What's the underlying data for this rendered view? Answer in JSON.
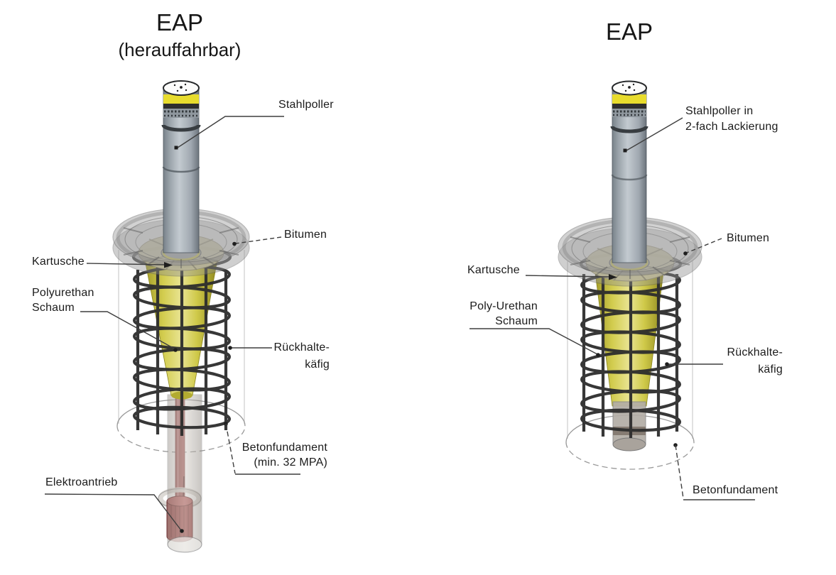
{
  "left_diagram": {
    "title": "EAP",
    "subtitle": "(herauffahrbar)",
    "labels": {
      "stahlpoller": "Stahlpoller",
      "bitumen": "Bitumen",
      "kartusche": "Kartusche",
      "polyurethan_1": "Polyurethan",
      "polyurethan_2": "Schaum",
      "rueckhaltekaefig_1": "Rückhalte-",
      "rueckhaltekaefig_2": "käfig",
      "betonfundament_1": "Betonfundament",
      "betonfundament_2": "(min. 32 MPA)",
      "elektroantrieb": "Elektroantrieb"
    }
  },
  "right_diagram": {
    "title": "EAP",
    "labels": {
      "stahlpoller_1": "Stahlpoller in",
      "stahlpoller_2": "2-fach Lackierung",
      "bitumen": "Bitumen",
      "kartusche": "Kartusche",
      "polyurethan_1": "Poly-Urethan",
      "polyurethan_2": "Schaum",
      "rueckhaltekaefig_1": "Rückhalte-",
      "rueckhaltekaefig_2": "käfig",
      "betonfundament": "Betonfundament"
    }
  },
  "colors": {
    "background": "#ffffff",
    "bollard_gray": "#a9b2ba",
    "warning_ring_yellow": "#e8dc2d",
    "foam_yellow": "#d2cc4e",
    "cage_dark": "#2d2d2d",
    "drive_red": "#a34f4f",
    "label_text": "#1b1b1b"
  }
}
